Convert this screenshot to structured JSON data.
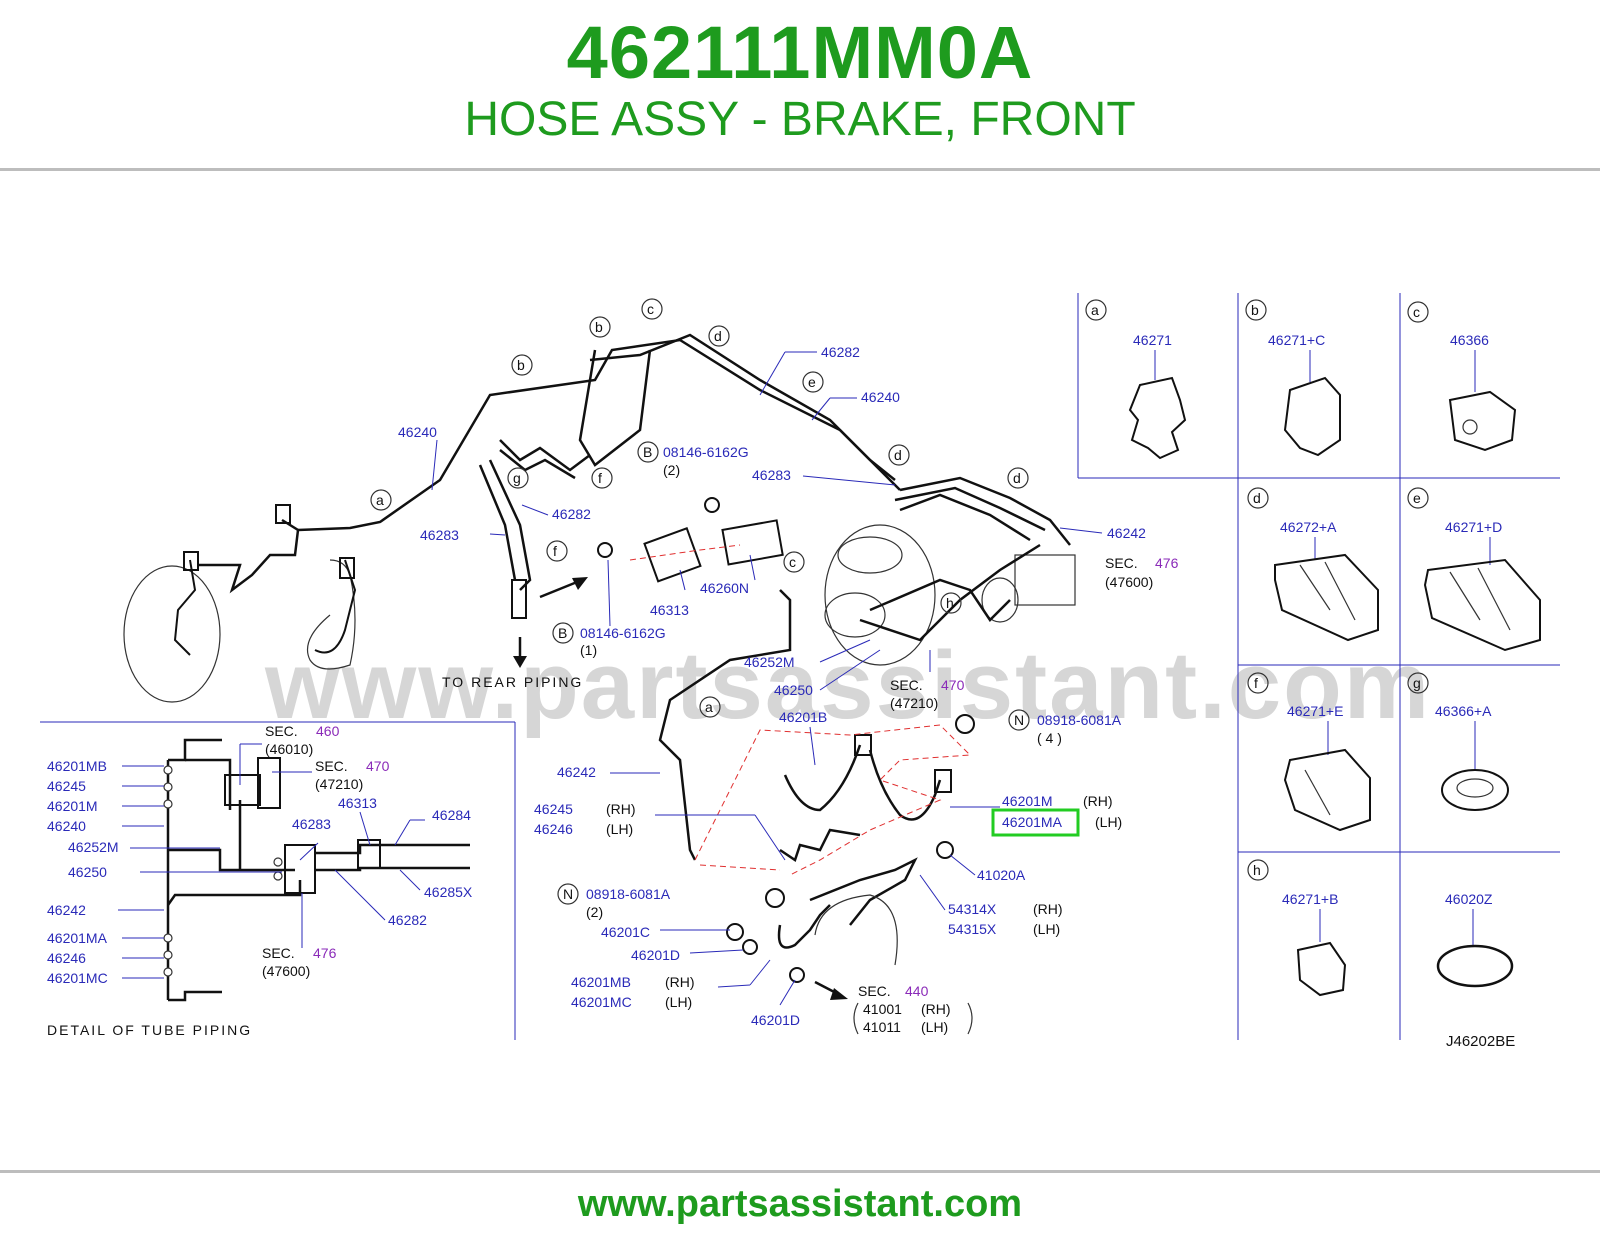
{
  "header": {
    "part_number": "462111MM0A",
    "part_name": "HOSE ASSY - BRAKE, FRONT"
  },
  "footer": {
    "url": "www.partsassistant.com"
  },
  "diagram": {
    "watermark": "www.partsassistant.com",
    "diagram_code": "J46202BE",
    "detail_caption": "DETAIL OF TUBE PIPING",
    "to_rear": "TO REAR PIPING",
    "highlighted_part": "46201MA",
    "main_labels": {
      "p46282_top": "46282",
      "p46240_top": "46240",
      "p46240_left": "46240",
      "p46283_mid": "46283",
      "p46283_left": "46283",
      "p46282_mid": "46282",
      "p46242": "46242",
      "p46260N": "46260N",
      "p46313": "46313",
      "p46252M": "46252M",
      "p46250": "46250",
      "p46201B": "46201B",
      "p46242_low": "46242",
      "p46245": "46245",
      "p46246": "46246",
      "p46201M": "46201M",
      "p46201MA": "46201MA",
      "p41020A": "41020A",
      "p54314X": "54314X",
      "p54315X": "54315X",
      "p46201C": "46201C",
      "p46201D_a": "46201D",
      "p46201MB": "46201MB",
      "p46201MC": "46201MC",
      "p46201D_b": "46201D",
      "bolt1": "08146-6162G",
      "bolt1_qty": "(2)",
      "bolt2": "08146-6162G",
      "bolt2_qty": "(1)",
      "nut1": "08918-6081A",
      "nut1_qty": "( 4 )",
      "nut2": "08918-6081A",
      "nut2_qty": "(2)",
      "rh": "(RH)",
      "lh": "(LH)",
      "sec": "SEC.",
      "sec476": "476",
      "sec476_sub": "(47600)",
      "sec470": "470",
      "sec470_sub": "(47210)",
      "sec440": "440",
      "p41001": "41001",
      "p41011": "41011",
      "sec460": "460",
      "sec460_sub": "(46010)"
    },
    "detail_labels": {
      "d46201MB": "46201MB",
      "d46245": "46245",
      "d46201M": "46201M",
      "d46240": "46240",
      "d46252M": "46252M",
      "d46250": "46250",
      "d46242": "46242",
      "d46201MA": "46201MA",
      "d46246": "46246",
      "d46201MC": "46201MC",
      "d46283": "46283",
      "d46313": "46313",
      "d46284": "46284",
      "d46285X": "46285X",
      "d46282": "46282"
    },
    "callout_letters": [
      "a",
      "b",
      "c",
      "d",
      "e",
      "f",
      "g",
      "h"
    ],
    "clip_panels": [
      {
        "letter": "a",
        "part": "46271"
      },
      {
        "letter": "b",
        "part": "46271+C"
      },
      {
        "letter": "c",
        "part": "46366"
      },
      {
        "letter": "d",
        "part": "46272+A"
      },
      {
        "letter": "e",
        "part": "46271+D"
      },
      {
        "letter": "f",
        "part": "46271+E"
      },
      {
        "letter": "g",
        "part": "46366+A"
      },
      {
        "letter": "h",
        "part": "46271+B"
      },
      {
        "letter": "",
        "part": "46020Z"
      }
    ],
    "prefix_b": "B",
    "prefix_n": "N"
  }
}
